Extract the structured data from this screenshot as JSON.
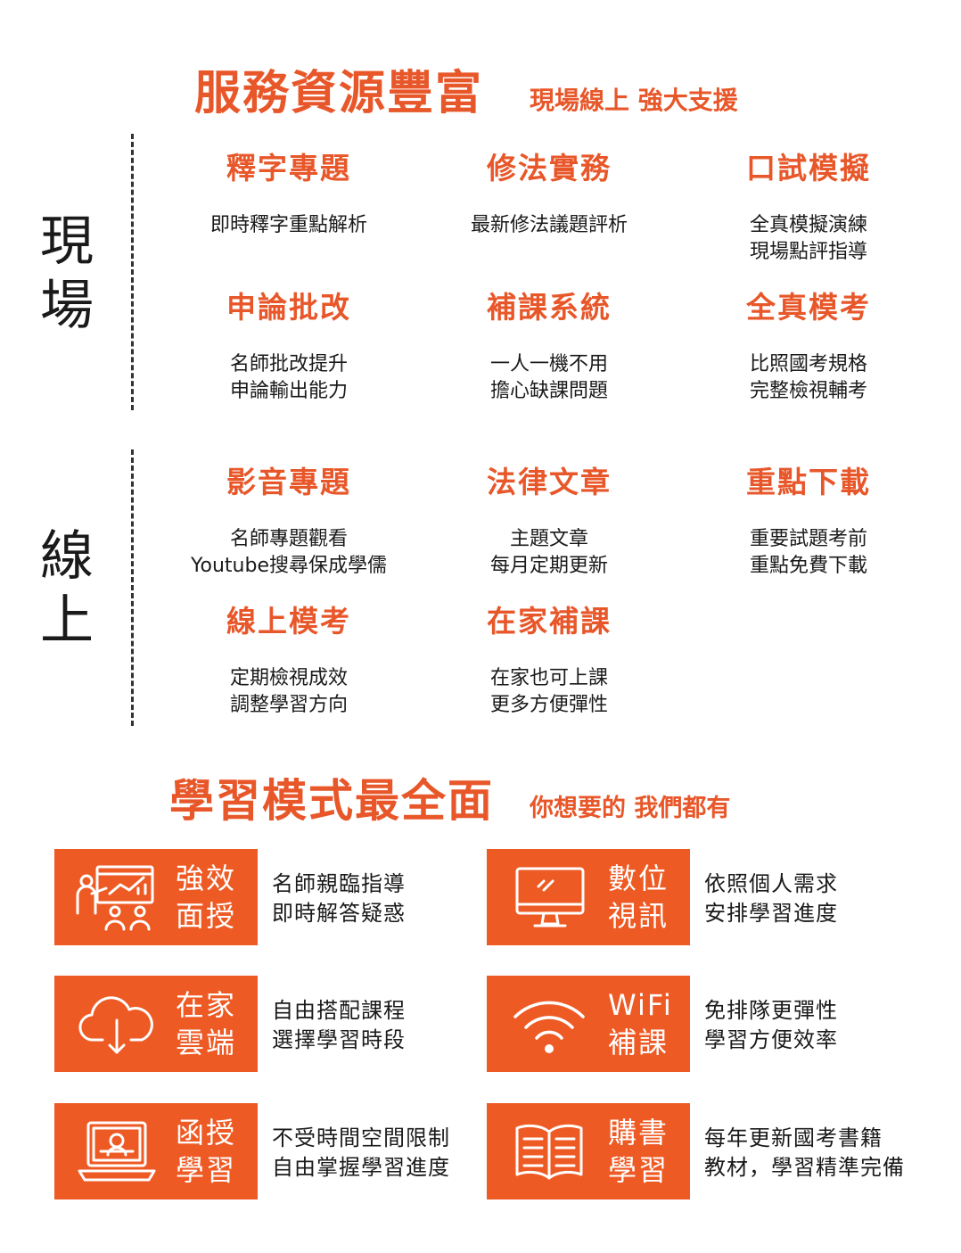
{
  "header1": {
    "title": "服務資源豐富",
    "subtitle": "現場線上  強大支援"
  },
  "onsite": {
    "label": [
      "現",
      "場"
    ],
    "features": [
      {
        "title": "釋字專題",
        "lines": [
          "即時釋字重點解析"
        ]
      },
      {
        "title": "修法實務",
        "lines": [
          "最新修法議題評析"
        ]
      },
      {
        "title": "口試模擬",
        "lines": [
          "全真模擬演練",
          "現場點評指導"
        ]
      },
      {
        "title": "申論批改",
        "lines": [
          "名師批改提升",
          "申論輸出能力"
        ]
      },
      {
        "title": "補課系統",
        "lines": [
          "一人一機不用",
          "擔心缺課問題"
        ]
      },
      {
        "title": "全真模考",
        "lines": [
          "比照國考規格",
          "完整檢視輔考"
        ]
      }
    ]
  },
  "online": {
    "label": [
      "線",
      "上"
    ],
    "features": [
      {
        "title": "影音專題",
        "lines": [
          "名師專題觀看",
          "Youtube搜尋保成學儒"
        ]
      },
      {
        "title": "法律文章",
        "lines": [
          "主題文章",
          "每月定期更新"
        ]
      },
      {
        "title": "重點下載",
        "lines": [
          "重要試題考前",
          "重點免費下載"
        ]
      },
      {
        "title": "線上模考",
        "lines": [
          "定期檢視成效",
          "調整學習方向"
        ]
      },
      {
        "title": "在家補課",
        "lines": [
          "在家也可上課",
          "更多方便彈性"
        ]
      }
    ]
  },
  "header2": {
    "title": "學習模式最全面",
    "subtitle": "你想要的 我們都有"
  },
  "modes": [
    {
      "icon": "classroom-icon",
      "label": [
        "強效",
        "面授"
      ],
      "desc": [
        "名師親臨指導",
        "即時解答疑惑"
      ]
    },
    {
      "icon": "monitor-icon",
      "label": [
        "數位",
        "視訊"
      ],
      "desc": [
        "依照個人需求",
        "安排學習進度"
      ]
    },
    {
      "icon": "cloud-download-icon",
      "label": [
        "在家",
        "雲端"
      ],
      "desc": [
        "自由搭配課程",
        "選擇學習時段"
      ]
    },
    {
      "icon": "wifi-icon",
      "label": [
        "WiFi",
        "補課"
      ],
      "desc": [
        "免排隊更彈性",
        "學習方便效率"
      ]
    },
    {
      "icon": "laptop-icon",
      "label": [
        "函授",
        "學習"
      ],
      "desc": [
        "不受時間空間限制",
        "自由掌握學習進度"
      ]
    },
    {
      "icon": "book-icon",
      "label": [
        "購書",
        "學習"
      ],
      "desc": [
        "每年更新國考書籍",
        "教材，學習精準完備"
      ]
    }
  ],
  "colors": {
    "accent": "#ee5a24",
    "text": "#1a1a1a"
  }
}
